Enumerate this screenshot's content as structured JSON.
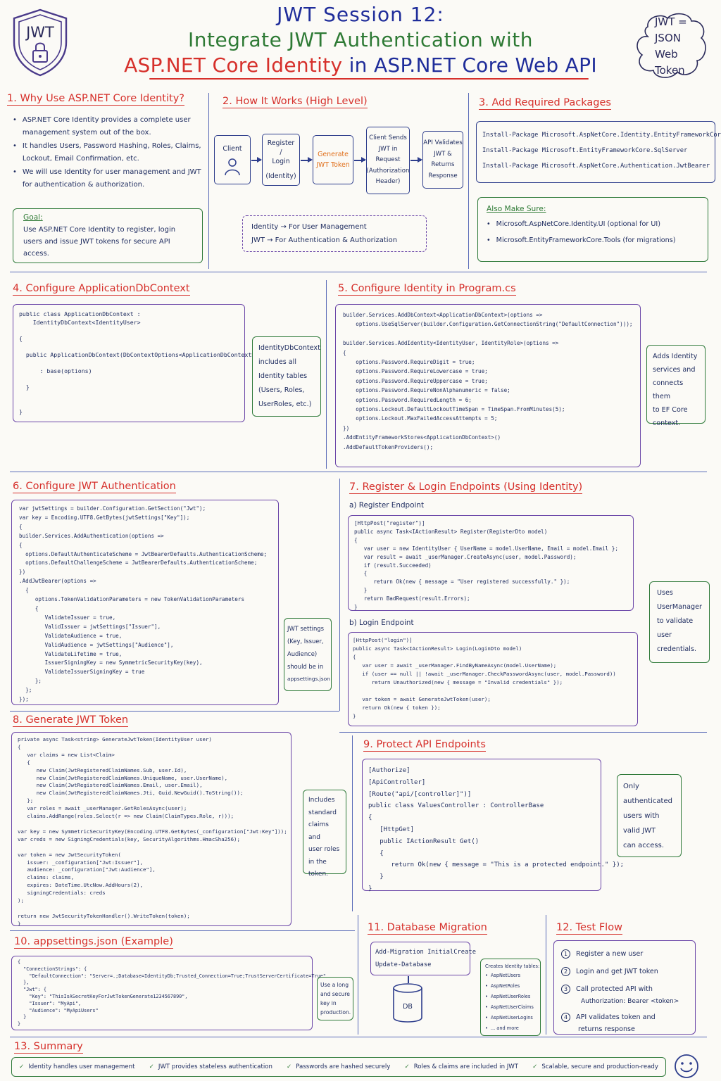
{
  "header": {
    "line1": "JWT Session 12:",
    "line2": "Integrate JWT Authentication with",
    "line3a": "ASP.NET Core Identity",
    "line3b": " in ",
    "line3c": "ASP.NET Core Web API",
    "logo_text": "JWT",
    "cloud_lines": [
      "JWT =",
      "JSON",
      "Web",
      "Token"
    ]
  },
  "s1": {
    "title": "1. Why Use ASP.NET Core Identity?",
    "bullets": [
      "ASP.NET Core Identity provides a complete user management system out of the box.",
      "It handles Users, Password Hashing, Roles, Claims, Lockout, Email Confirmation, etc.",
      "We will use Identity for user management and JWT for authentication & authorization."
    ],
    "goal_label": "Goal:",
    "goal_text": "Use ASP.NET Core Identity to register, login users and issue JWT tokens for secure API access."
  },
  "s2": {
    "title": "2. How It Works (High Level)",
    "client": "Client",
    "register": [
      "Register",
      "/",
      "Login",
      "",
      "(Identity)"
    ],
    "generate": [
      "Generate",
      "JWT Token"
    ],
    "sends": [
      "Client Sends",
      "JWT in",
      "Request",
      "(Authorization",
      "Header)"
    ],
    "validates": [
      "API Validates",
      "JWT &",
      "Returns",
      "Response"
    ],
    "legend1": "Identity → For User Management",
    "legend2": "JWT → For Authentication & Authorization"
  },
  "s3": {
    "title": "3. Add Required Packages",
    "packages": [
      "Install-Package Microsoft.AspNetCore.Identity.EntityFrameworkCore",
      "Install-Package Microsoft.EntityFrameworkCore.SqlServer",
      "Install-Package Microsoft.AspNetCore.Authentication.JwtBearer"
    ],
    "also_label": "Also Make Sure:",
    "also": [
      "Microsoft.AspNetCore.Identity.UI (optional for UI)",
      "Microsoft.EntityFrameworkCore.Tools (for migrations)"
    ]
  },
  "s4": {
    "title": "4. Configure ApplicationDbContext",
    "code": "public class ApplicationDbContext :\n    IdentityDbContext<IdentityUser>\n\n{\n\n  public ApplicationDbContext(DbContextOptions<ApplicationDbContext> options)\n\n      : base(options)\n\n  }\n\n\n}",
    "note": [
      "IdentityDbContext",
      "includes all",
      "Identity tables",
      "(Users, Roles,",
      "UserRoles, etc.)"
    ]
  },
  "s5": {
    "title": "5. Configure Identity in Program.cs",
    "code": "builder.Services.AddDbContext<ApplicationDbContext>(options =>\n    options.UseSqlServer(builder.Configuration.GetConnectionString(\"DefaultConnection\")));\n\nbuilder.Services.AddIdentity<IdentityUser, IdentityRole>(options =>\n{\n    options.Password.RequireDigit = true;\n    options.Password.RequireLowercase = true;\n    options.Password.RequireUppercase = true;\n    options.Password.RequireNonAlphanumeric = false;\n    options.Password.RequiredLength = 6;\n    options.Lockout.DefaultLockoutTimeSpan = TimeSpan.FromMinutes(5);\n    options.Lockout.MaxFailedAccessAttempts = 5;\n})\n.AddEntityFrameworkStores<ApplicationDbContext>()\n.AddDefaultTokenProviders();",
    "note": [
      "Adds Identity",
      "services and",
      "connects them",
      "to EF Core",
      "context."
    ]
  },
  "s6": {
    "title": "6. Configure JWT Authentication",
    "code": "var jwtSettings = builder.Configuration.GetSection(\"Jwt\");\nvar key = Encoding.UTF8.GetBytes(jwtSettings[\"Key\"]);\n{\nbuilder.Services.AddAuthentication(options =>\n{\n  options.DefaultAuthenticateScheme = JwtBearerDefaults.AuthenticationScheme;\n  options.DefaultChallengeScheme = JwtBearerDefaults.AuthenticationScheme;\n})\n.AddJwtBearer(options =>\n  {\n     options.TokenValidationParameters = new TokenValidationParameters\n     {\n        ValidateIssuer = true,\n        ValidIssuer = jwtSettings[\"Issuer\"],\n        ValidateAudience = true,\n        ValidAudience = jwtSettings[\"Audience\"],\n        ValidateLifetime = true,\n        IssuerSigningKey = new SymmetricSecurityKey(key),\n        ValidateIssuerSigningKey = true\n     };\n  };\n});",
    "note": [
      "JWT settings",
      "(Key, Issuer,",
      "Audience)",
      "should be in",
      "appsettings.json"
    ]
  },
  "s7": {
    "title": "7. Register & Login Endpoints (Using Identity)",
    "a_label": "a) Register Endpoint",
    "a_code": "[HttpPost(\"register\")]\npublic async Task<IActionResult> Register(RegisterDto model)\n{\n   var user = new IdentityUser { UserName = model.UserName, Email = model.Email };\n   var result = await _userManager.CreateAsync(user, model.Password);\n   if (result.Succeeded)\n   {\n      return Ok(new { message = \"User registered successfully.\" });\n   }\n   return BadRequest(result.Errors);\n}",
    "b_label": "b) Login Endpoint",
    "b_code": "[HttpPost(\"login\")]\npublic async Task<IActionResult> Login(LoginDto model)\n{\n   var user = await _userManager.FindByNameAsync(model.UserName);\n   if (user == null || !await _userManager.CheckPasswordAsync(user, model.Password))\n      return Unauthorized(new { message = \"Invalid credentials\" });\n\n   var token = await GenerateJwtToken(user);\n   return Ok(new { token });\n}",
    "note": [
      "Uses",
      "UserManager",
      "to validate",
      "user",
      "credentials."
    ]
  },
  "s8": {
    "title": "8. Generate JWT Token",
    "code": "private async Task<string> GenerateJwtToken(IdentityUser user)\n{\n   var claims = new List<Claim>\n   {\n      new Claim(JwtRegisteredClaimNames.Sub, user.Id),\n      new Claim(JwtRegisteredClaimNames.UniqueName, user.UserName),\n      new Claim(JwtRegisteredClaimNames.Email, user.Email),\n      new Claim(JwtRegisteredClaimNames.Jti, Guid.NewGuid().ToString());\n   };\n   var roles = await _userManager.GetRolesAsync(user);\n   claims.AddRange(roles.Select(r => new Claim(ClaimTypes.Role, r)));\n\nvar key = new SymmetricSecurityKey(Encoding.UTF8.GetBytes(_configuration[\"Jwt:Key\"]));\nvar creds = new SigningCredentials(key, SecurityAlgorithms.HmacSha256);\n\nvar token = new JwtSecurityToken(\n   issuer: _configuration[\"Jwt:Issuer\"],\n   audience: _configuration[\"Jwt:Audience\"],\n   claims: claims,\n   expires: DateTime.UtcNow.AddHours(2),\n   signingCredentials: creds\n);\n\nreturn new JwtSecurityTokenHandler().WriteToken(token);\n}",
    "note": [
      "Includes",
      "standard",
      "claims and",
      "user roles",
      "in the",
      "token."
    ]
  },
  "s9": {
    "title": "9. Protect API Endpoints",
    "code": "[Authorize]\n[ApiController]\n[Route(\"api/[controller]\")]\npublic class ValuesController : ControllerBase\n{\n   [HttpGet]\n   public IActionResult Get()\n   {\n      return Ok(new { message = \"This is a protected endpoint.\" });\n   }\n}",
    "note": [
      "Only",
      "authenticated",
      "users with",
      "valid JWT",
      "can access."
    ]
  },
  "s10": {
    "title": "10. appsettings.json (Example)",
    "code": "{\n  \"ConnectionStrings\": {\n    \"DefaultConnection\": \"Server=.;Database=IdentityDb;Trusted_Connection=True;TrustServerCertificate=True\"\n  },\n  \"Jwt\": {\n    \"Key\": \"ThisIsASecretKeyForJwtTokenGenerate1234567890\",\n    \"Issuer\": \"MyApi\",\n    \"Audience\": \"MyApiUsers\"\n  }\n}",
    "note": [
      "Use a long",
      "and secure",
      "key in",
      "production."
    ]
  },
  "s11": {
    "title": "11. Database Migration",
    "cmd1": "Add-Migration InitialCreate",
    "cmd2": "Update-Database",
    "db_label": "DB",
    "tables_label": "Creates Identity tables:",
    "tables": [
      "AspNetUsers",
      "AspNetRoles",
      "AspNetUserRoles",
      "AspNetUserClaims",
      "AspNetUserLogins",
      "... and more"
    ]
  },
  "s12": {
    "title": "12. Test Flow",
    "steps": [
      {
        "n": "1",
        "text": "Register a new user"
      },
      {
        "n": "2",
        "text": "Login and get JWT token"
      },
      {
        "n": "3",
        "text": "Call protected API with",
        "text2": "Authorization: Bearer <token>"
      },
      {
        "n": "4",
        "text": "API validates token and",
        "text2": "returns response"
      }
    ]
  },
  "s13": {
    "title": "13. Summary",
    "items": [
      "Identity handles user management",
      "JWT provides stateless authentication",
      "Passwords are hashed securely",
      "Roles & claims are included in JWT",
      "Scalable, secure and production-ready"
    ]
  },
  "colors": {
    "navy": "#1f2d7a",
    "red": "#d6302b",
    "green": "#2e7a35",
    "orange": "#e0701c",
    "purple": "#6b46a8"
  }
}
